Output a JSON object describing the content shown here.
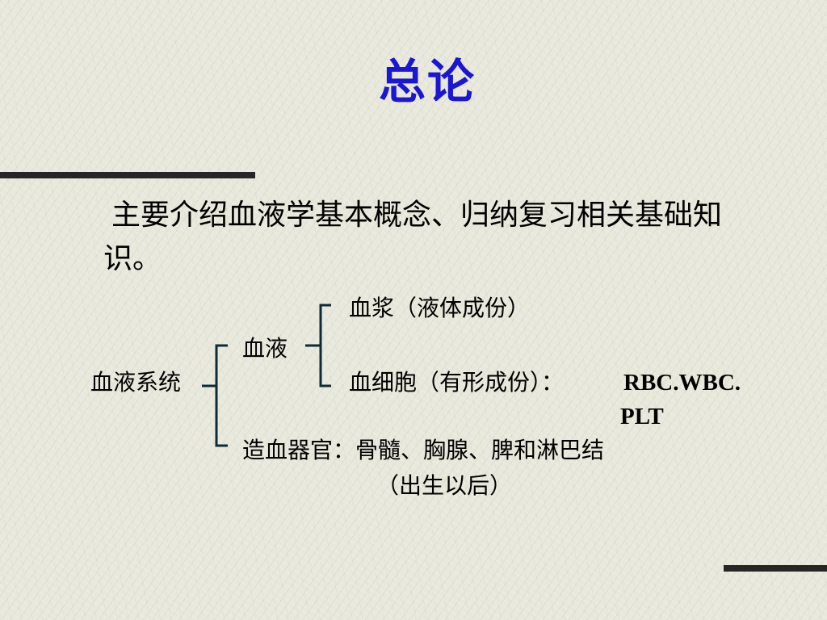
{
  "slide": {
    "title": "总论",
    "intro": "主要介绍血液学基本概念、归纳复习相关基础知识。"
  },
  "tree": {
    "root": "血液系统",
    "blood": "血液",
    "plasma": "血浆（液体成份）",
    "cells": "血细胞（有形成份）：",
    "cells_abbrev_line1": "RBC.WBC.",
    "cells_abbrev_line2": "PLT",
    "organs_line1": "造血器官：骨髓、胸腺、脾和淋巴结",
    "organs_line2": "（出生以后）"
  },
  "colors": {
    "title": "#1a16d6",
    "bracket": "#0d2a3a",
    "rule": "#262626"
  }
}
